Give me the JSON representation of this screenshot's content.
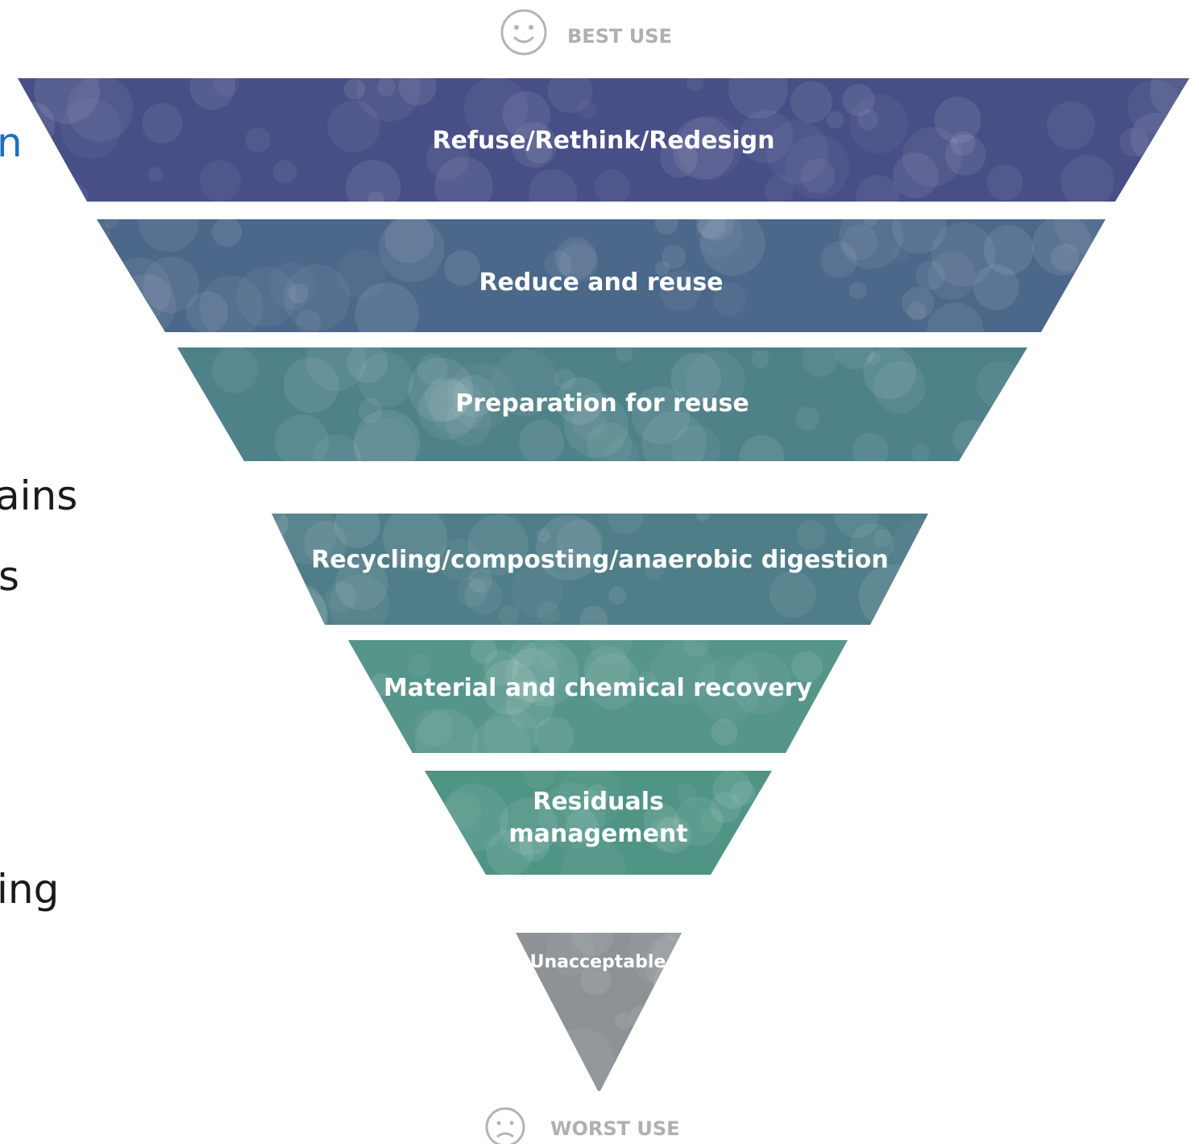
{
  "header": {
    "label": "BEST USE",
    "icon": "smiley-face-icon"
  },
  "footer": {
    "label": "WORST USE",
    "icon": "sad-face-icon"
  },
  "tiers": [
    {
      "label_lines": [
        "Refuse/Rethink/Redesign"
      ],
      "color": "#474f86"
    },
    {
      "label_lines": [
        "Reduce and reuse"
      ],
      "color": "#4b6789"
    },
    {
      "label_lines": [
        "Preparation for reuse"
      ],
      "color": "#4f8189"
    },
    {
      "label_lines": [
        "Recycling/composting/anaerobic digestion"
      ],
      "color": "#4f7d88"
    },
    {
      "label_lines": [
        "Material and chemical recovery"
      ],
      "color": "#56958a"
    },
    {
      "label_lines": [
        "Residuals",
        "management"
      ],
      "color": "#4f9485"
    },
    {
      "label_lines": [
        "Unacceptable"
      ],
      "color": "#8c9296"
    }
  ],
  "left_text_fragments": [
    {
      "text": "n",
      "style": "link"
    },
    {
      "text": "ains",
      "style": "body"
    },
    {
      "text": "s",
      "style": "body"
    },
    {
      "text": "ing",
      "style": "body"
    }
  ],
  "colors": {
    "icon_gray": "#b0b0b0",
    "label_gray": "#b0b0b0",
    "link_blue": "#1f6fc0"
  }
}
